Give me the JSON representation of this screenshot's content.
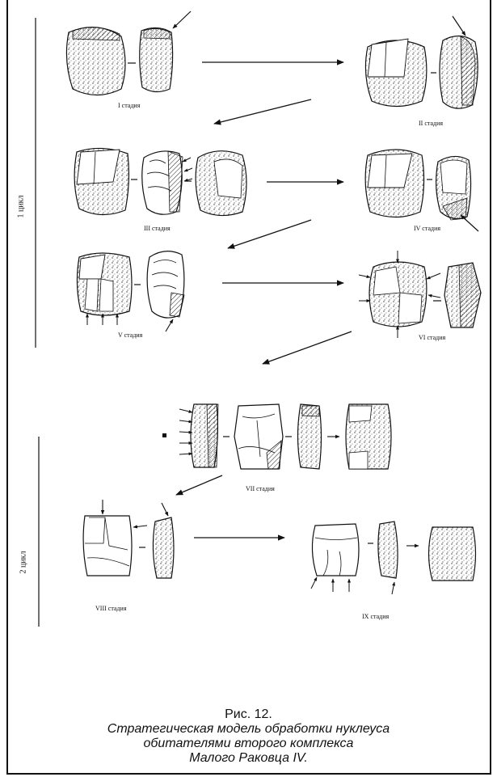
{
  "cycles": {
    "first": "1 цикл",
    "second": "2 цикл"
  },
  "stages": {
    "s1": "I стадия",
    "s2": "II стадия",
    "s3": "III стадия",
    "s4": "IV стадия",
    "s5": "V стадия",
    "s6": "VI стадия",
    "s7": "VII стадия",
    "s8": "VIII стадия",
    "s9": "IX стадия"
  },
  "caption": {
    "figure": "Рис. 12.",
    "line1": "Стратегическая модель обработки нуклеуса",
    "line2": "обитателями второго комплекса",
    "line3": "Малого Раковца IV."
  }
}
